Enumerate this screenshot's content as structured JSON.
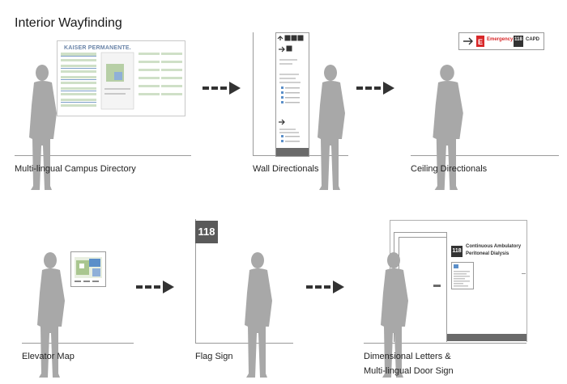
{
  "page": {
    "title": "Interior Wayfinding"
  },
  "directory": {
    "brand": "KAISER PERMANENTE."
  },
  "ceiling_sign": {
    "label_emergency": "Emergency",
    "room_number": "118",
    "dept_code": "CAPD"
  },
  "flag_sign": {
    "room_number": "118"
  },
  "door_sign": {
    "room_number": "118",
    "title_line1": "Continuous Ambulatory",
    "title_line2": "Peritoneal Dialysis"
  },
  "captions": [
    "Multi-lingual Campus Directory",
    "Wall Directionals",
    "Ceiling Directionals",
    "Elevator Map",
    "Flag Sign",
    "Dimensional Letters &",
    "Multi-lingual Door Sign"
  ],
  "colors": {
    "figure": "#a8a8a8",
    "sign_dark": "#5a5a5a",
    "emergency_red": "#d8282a",
    "arrow": "#333333",
    "map_green": "#a9c68f",
    "map_blue": "#5b8fc9"
  }
}
